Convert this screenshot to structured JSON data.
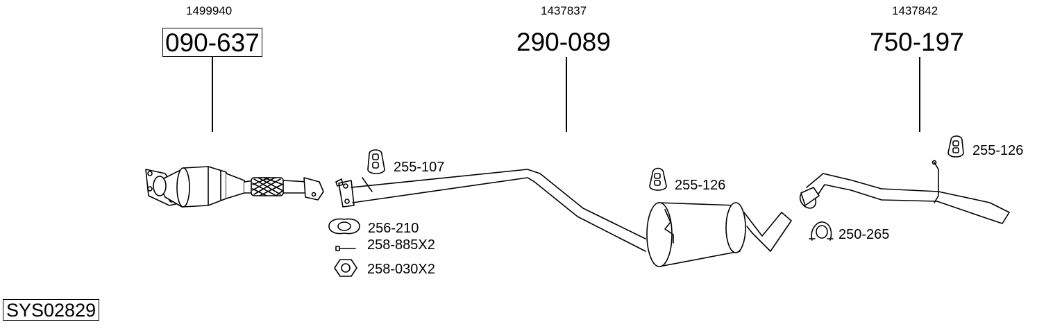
{
  "system_code": "SYS02829",
  "assemblies": [
    {
      "oem_number": "1499940",
      "part_number": "090-637",
      "boxed": true,
      "description": "catalytic converter front pipe"
    },
    {
      "oem_number": "1437837",
      "part_number": "290-089",
      "boxed": false,
      "description": "middle pipe with silencer"
    },
    {
      "oem_number": "1437842",
      "part_number": "750-197",
      "boxed": false,
      "description": "rear tail pipe"
    }
  ],
  "accessories": {
    "hanger_front": "255-107",
    "hanger_middle": "255-126",
    "hanger_rear": "255-126",
    "gasket": "256-210",
    "bolt": "258-885X2",
    "nut": "258-030X2",
    "clamp": "250-265"
  }
}
